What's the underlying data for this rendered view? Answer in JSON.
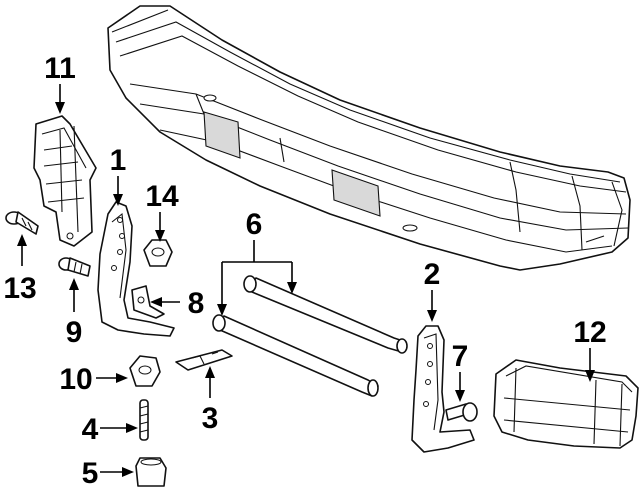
{
  "callouts": [
    {
      "id": "1",
      "label": "1"
    },
    {
      "id": "2",
      "label": "2"
    },
    {
      "id": "3",
      "label": "3"
    },
    {
      "id": "4",
      "label": "4"
    },
    {
      "id": "5",
      "label": "5"
    },
    {
      "id": "6",
      "label": "6"
    },
    {
      "id": "7",
      "label": "7"
    },
    {
      "id": "8",
      "label": "8"
    },
    {
      "id": "9",
      "label": "9"
    },
    {
      "id": "10",
      "label": "10"
    },
    {
      "id": "11",
      "label": "11"
    },
    {
      "id": "12",
      "label": "12"
    },
    {
      "id": "13",
      "label": "13"
    },
    {
      "id": "14",
      "label": "14"
    }
  ],
  "colors": {
    "line": "#111111",
    "background": "#ffffff",
    "shade": "#d9d9d9"
  }
}
